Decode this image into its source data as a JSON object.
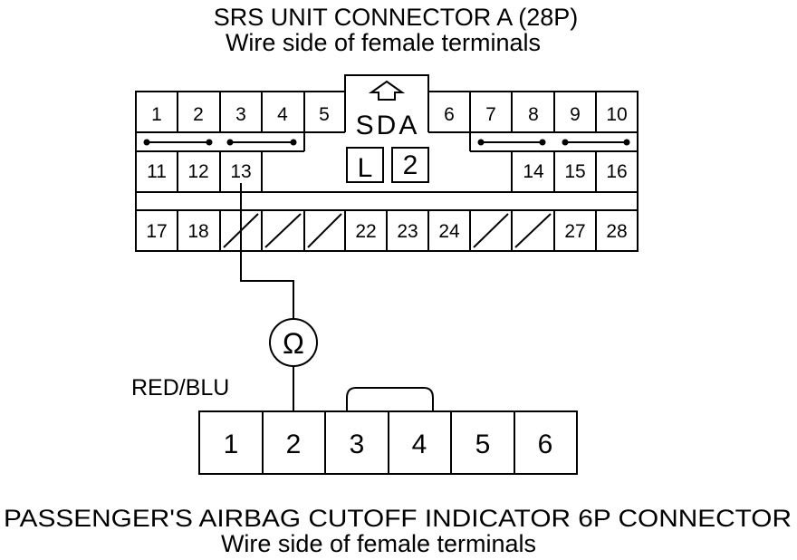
{
  "srs_connector": {
    "title": "SRS UNIT CONNECTOR A (28P)",
    "subtitle": "Wire side of female terminals",
    "key_text": "SDA",
    "key_boxes": [
      "L",
      "2"
    ],
    "pins_row1": [
      "1",
      "2",
      "3",
      "4",
      "5",
      "6",
      "7",
      "8",
      "9",
      "10"
    ],
    "pins_row2": [
      "11",
      "12",
      "13",
      "14",
      "15",
      "16"
    ],
    "pins_row3": [
      "17",
      "18",
      "22",
      "23",
      "24",
      "27",
      "28"
    ],
    "test_pin": "13"
  },
  "meter": {
    "symbol": "Ω",
    "icon": "ohmmeter-icon"
  },
  "wire_label": "RED/BLU",
  "passenger_connector": {
    "title": "PASSENGER'S AIRBAG CUTOFF INDICATOR 6P CONNECTOR",
    "subtitle": "Wire side of female terminals",
    "pins": [
      "1",
      "2",
      "3",
      "4",
      "5",
      "6"
    ],
    "test_pin": "2"
  }
}
